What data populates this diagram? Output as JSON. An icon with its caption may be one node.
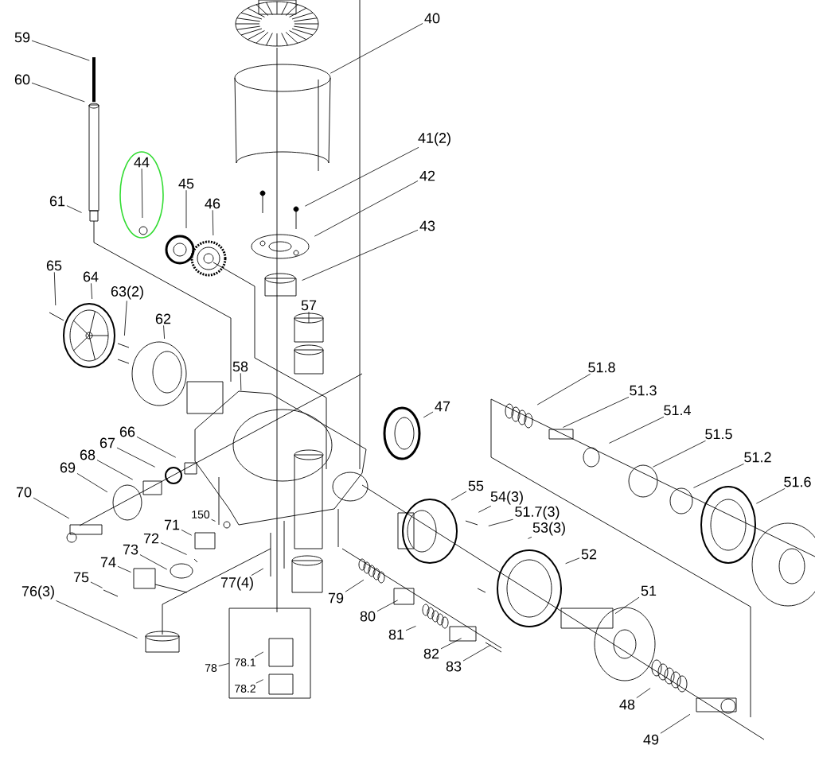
{
  "diagram": {
    "nodes": [
      {
        "text": [
          "59"
        ]
      },
      {
        "text": [
          "60"
        ]
      },
      {
        "text": [
          "61"
        ]
      },
      {
        "text": [
          "44"
        ]
      },
      {
        "text": [
          "45"
        ]
      },
      {
        "text": [
          "46"
        ]
      },
      {
        "text": [
          "40"
        ]
      },
      {
        "text": [
          "41(2)"
        ]
      },
      {
        "text": [
          "42"
        ]
      },
      {
        "text": [
          "43"
        ]
      },
      {
        "text": [
          "57"
        ]
      },
      {
        "text": [
          "65"
        ]
      },
      {
        "text": [
          "64"
        ]
      },
      {
        "text": [
          "63(2)"
        ]
      },
      {
        "text": [
          "62"
        ]
      },
      {
        "text": [
          "58"
        ]
      },
      {
        "text": [
          "47"
        ]
      },
      {
        "text": [
          "51.8"
        ]
      },
      {
        "text": [
          "51.3"
        ]
      },
      {
        "text": [
          "51.4"
        ]
      },
      {
        "text": [
          "51.5"
        ]
      },
      {
        "text": [
          "51.2"
        ]
      },
      {
        "text": [
          "51.6"
        ]
      },
      {
        "text": [
          "55"
        ]
      },
      {
        "text": [
          "54(3)"
        ]
      },
      {
        "text": [
          "51.7(3)"
        ]
      },
      {
        "text": [
          "53(3)"
        ]
      },
      {
        "text": [
          "52"
        ]
      },
      {
        "text": [
          "51"
        ]
      },
      {
        "text": [
          "48"
        ]
      },
      {
        "text": [
          "49"
        ]
      },
      {
        "text": [
          "66"
        ]
      },
      {
        "text": [
          "67"
        ]
      },
      {
        "text": [
          "68"
        ]
      },
      {
        "text": [
          "69"
        ]
      },
      {
        "text": [
          "70"
        ]
      },
      {
        "text": [
          "150"
        ]
      },
      {
        "text": [
          "71"
        ]
      },
      {
        "text": [
          "72"
        ]
      },
      {
        "text": [
          "73"
        ]
      },
      {
        "text": [
          "74"
        ]
      },
      {
        "text": [
          "75"
        ]
      },
      {
        "text": [
          "76(3)"
        ]
      },
      {
        "text": [
          "77(4)"
        ]
      },
      {
        "text": [
          "79"
        ]
      },
      {
        "text": [
          "80"
        ]
      },
      {
        "text": [
          "81"
        ]
      },
      {
        "text": [
          "82"
        ]
      },
      {
        "text": [
          "83"
        ]
      },
      {
        "text": [],
        "shape": "box"
      },
      {
        "text": [
          "78.1"
        ],
        "in": 49
      },
      {
        "text": [
          "78"
        ]
      },
      {
        "text": [
          "78.2"
        ],
        "in": 49
      }
    ],
    "edges": [
      {
        "from": 0,
        "to": null,
        "arrow": "none"
      },
      {
        "from": 1,
        "to": null,
        "arrow": "none"
      },
      {
        "from": 2,
        "to": null,
        "arrow": "none"
      },
      {
        "from": 3,
        "to": null,
        "arrow": "none"
      },
      {
        "from": 4,
        "to": null,
        "arrow": "none"
      },
      {
        "from": 5,
        "to": null,
        "arrow": "none"
      },
      {
        "from": 6,
        "to": null,
        "arrow": "none"
      },
      {
        "from": 7,
        "to": null,
        "arrow": "none"
      },
      {
        "from": 8,
        "to": null,
        "arrow": "none"
      },
      {
        "from": 9,
        "to": null,
        "arrow": "none"
      },
      {
        "from": 10,
        "to": null,
        "arrow": "none"
      },
      {
        "from": 11,
        "to": null,
        "arrow": "none"
      },
      {
        "from": 12,
        "to": null,
        "arrow": "none"
      },
      {
        "from": 13,
        "to": null,
        "arrow": "none"
      },
      {
        "from": 14,
        "to": null,
        "arrow": "none"
      },
      {
        "from": 15,
        "to": null,
        "arrow": "none"
      },
      {
        "from": 16,
        "to": null,
        "arrow": "none"
      },
      {
        "from": 17,
        "to": null,
        "arrow": "none"
      },
      {
        "from": 18,
        "to": null,
        "arrow": "none"
      },
      {
        "from": 19,
        "to": null,
        "arrow": "none"
      },
      {
        "from": 20,
        "to": null,
        "arrow": "none"
      },
      {
        "from": 21,
        "to": null,
        "arrow": "none"
      },
      {
        "from": 22,
        "to": null,
        "arrow": "none"
      },
      {
        "from": 23,
        "to": null,
        "arrow": "none"
      },
      {
        "from": 24,
        "to": null,
        "arrow": "none"
      },
      {
        "from": 25,
        "to": null,
        "arrow": "none"
      },
      {
        "from": 26,
        "to": null,
        "arrow": "none"
      },
      {
        "from": 27,
        "to": null,
        "arrow": "none"
      },
      {
        "from": 28,
        "to": null,
        "arrow": "none"
      },
      {
        "from": 29,
        "to": null,
        "arrow": "none"
      },
      {
        "from": 30,
        "to": null,
        "arrow": "none"
      },
      {
        "from": 31,
        "to": null,
        "arrow": "none"
      },
      {
        "from": 32,
        "to": null,
        "arrow": "none"
      },
      {
        "from": 33,
        "to": null,
        "arrow": "none"
      },
      {
        "from": 34,
        "to": null,
        "arrow": "none"
      },
      {
        "from": 35,
        "to": null,
        "arrow": "none"
      },
      {
        "from": 36,
        "to": null,
        "arrow": "none"
      },
      {
        "from": 37,
        "to": null,
        "arrow": "none"
      },
      {
        "from": 38,
        "to": null,
        "arrow": "none"
      },
      {
        "from": 39,
        "to": null,
        "arrow": "none"
      },
      {
        "from": 40,
        "to": null,
        "arrow": "none"
      },
      {
        "from": 41,
        "to": null,
        "arrow": "none"
      },
      {
        "from": 42,
        "to": null,
        "arrow": "none"
      },
      {
        "from": 43,
        "to": null,
        "arrow": "none"
      },
      {
        "from": 44,
        "to": null,
        "arrow": "none"
      },
      {
        "from": 45,
        "to": null,
        "arrow": "none"
      },
      {
        "from": 46,
        "to": null,
        "arrow": "none"
      },
      {
        "from": 47,
        "to": null,
        "arrow": "none"
      },
      {
        "from": 48,
        "to": null,
        "arrow": "none"
      },
      {
        "from": 50,
        "to": null,
        "arrow": "none"
      },
      {
        "from": 51,
        "to": 49,
        "arrow": "none"
      },
      {
        "from": 52,
        "to": null,
        "arrow": "none"
      }
    ]
  }
}
